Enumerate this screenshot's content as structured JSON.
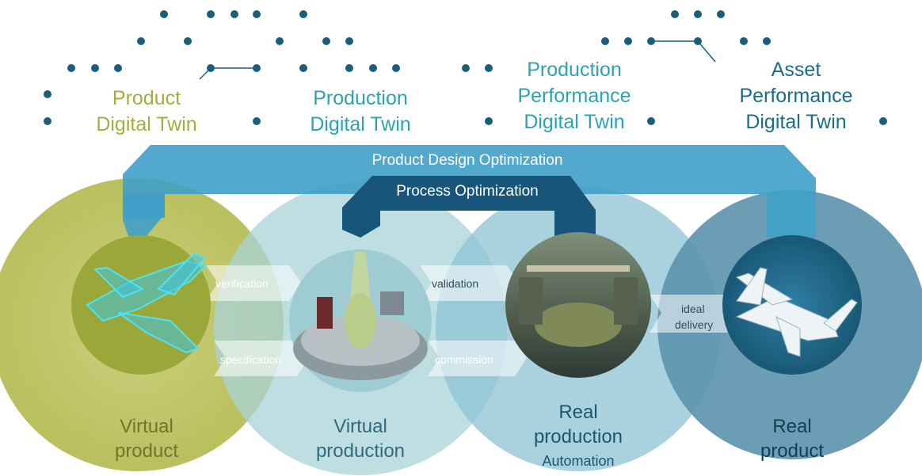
{
  "twins": [
    {
      "line1": "Product",
      "line2": "Digital Twin",
      "line3": ""
    },
    {
      "line1": "Production",
      "line2": "Digital Twin",
      "line3": ""
    },
    {
      "line1": "Production",
      "line2": "Performance",
      "line3": "Digital Twin"
    },
    {
      "line1": "Asset",
      "line2": "Performance",
      "line3": "Digital Twin"
    }
  ],
  "bands": {
    "product_design": "Product Design Optimization",
    "process": "Process Optimization"
  },
  "flows": {
    "verification": "verification",
    "specification": "specification",
    "validation": "validation",
    "commission": "commission",
    "ideal_delivery_1": "ideal",
    "ideal_delivery_2": "delivery"
  },
  "stages": [
    {
      "line1": "Virtual",
      "line2": "product",
      "sub": ""
    },
    {
      "line1": "Virtual",
      "line2": "production",
      "sub": ""
    },
    {
      "line1": "Real",
      "line2": "production",
      "sub": "Automation"
    },
    {
      "line1": "Real",
      "line2": "product",
      "sub": ""
    }
  ],
  "colors": {
    "olive": "#b9bf5c",
    "olive_text": "#a6ad3f",
    "teal_light": "#8fc7cf",
    "teal_text": "#2aa3b3",
    "blue_mid": "#5aa9c6",
    "navy": "#1f5f7c",
    "band_light": "#3ea2c9",
    "band_dark": "#17567a"
  }
}
